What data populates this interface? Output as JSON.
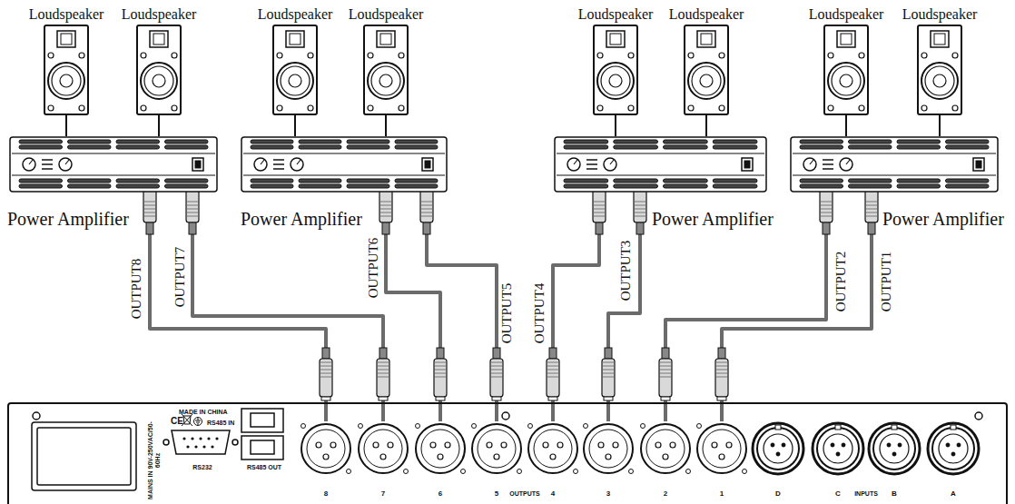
{
  "diagram": {
    "nodes": [
      {
        "text": [
          "Loudspeaker"
        ]
      },
      {
        "text": [
          "Loudspeaker"
        ]
      },
      {
        "text": [
          "Loudspeaker"
        ]
      },
      {
        "text": [
          "Loudspeaker"
        ]
      },
      {
        "text": [
          "Loudspeaker"
        ]
      },
      {
        "text": [
          "Loudspeaker"
        ]
      },
      {
        "text": [
          "Loudspeaker"
        ]
      },
      {
        "text": [
          "Loudspeaker"
        ]
      },
      {
        "text": [
          "Power Amplifier"
        ]
      },
      {
        "text": [
          "Power Amplifier"
        ]
      },
      {
        "text": [
          "Power Amplifier"
        ]
      },
      {
        "text": [
          "Power Amplifier"
        ]
      },
      {
        "text": [
          "MAINS IN 90V-250VAC/50-60Hz",
          "MADE IN CHINA",
          "CE",
          "RS485 IN",
          "RS232",
          "RS485 OUT",
          "OUTPUTS",
          "INPUTS"
        ]
      },
      {
        "text": [
          "8"
        ],
        "in": 12
      },
      {
        "text": [
          "7"
        ],
        "in": 12
      },
      {
        "text": [
          "6"
        ],
        "in": 12
      },
      {
        "text": [
          "5"
        ],
        "in": 12
      },
      {
        "text": [
          "4"
        ],
        "in": 12
      },
      {
        "text": [
          "3"
        ],
        "in": 12
      },
      {
        "text": [
          "2"
        ],
        "in": 12
      },
      {
        "text": [
          "1"
        ],
        "in": 12
      },
      {
        "text": [
          "D"
        ],
        "in": 12
      },
      {
        "text": [
          "C"
        ],
        "in": 12
      },
      {
        "text": [
          "B"
        ],
        "in": 12
      },
      {
        "text": [
          "A"
        ],
        "in": 12
      }
    ],
    "edges": [
      {
        "from": 0,
        "to": 8,
        "arrow": "none"
      },
      {
        "from": 1,
        "to": 8,
        "arrow": "none"
      },
      {
        "from": 2,
        "to": 9,
        "arrow": "none"
      },
      {
        "from": 3,
        "to": 9,
        "arrow": "none"
      },
      {
        "from": 4,
        "to": 10,
        "arrow": "none"
      },
      {
        "from": 5,
        "to": 10,
        "arrow": "none"
      },
      {
        "from": 6,
        "to": 11,
        "arrow": "none"
      },
      {
        "from": 7,
        "to": 11,
        "arrow": "none"
      },
      {
        "from": 13,
        "to": 8,
        "label": "OUTPUT8",
        "arrow": "none"
      },
      {
        "from": 14,
        "to": 8,
        "label": "OUTPUT7",
        "arrow": "none"
      },
      {
        "from": 15,
        "to": 9,
        "label": "OUTPUT6",
        "arrow": "none"
      },
      {
        "from": 16,
        "to": 9,
        "label": "OUTPUT5",
        "arrow": "none"
      },
      {
        "from": 17,
        "to": 10,
        "label": "OUTPUT4",
        "arrow": "none"
      },
      {
        "from": 18,
        "to": 10,
        "label": "OUTPUT3",
        "arrow": "none"
      },
      {
        "from": 19,
        "to": 11,
        "label": "OUTPUT2",
        "arrow": "none"
      },
      {
        "from": 20,
        "to": 11,
        "label": "OUTPUT1",
        "arrow": "none"
      }
    ]
  }
}
